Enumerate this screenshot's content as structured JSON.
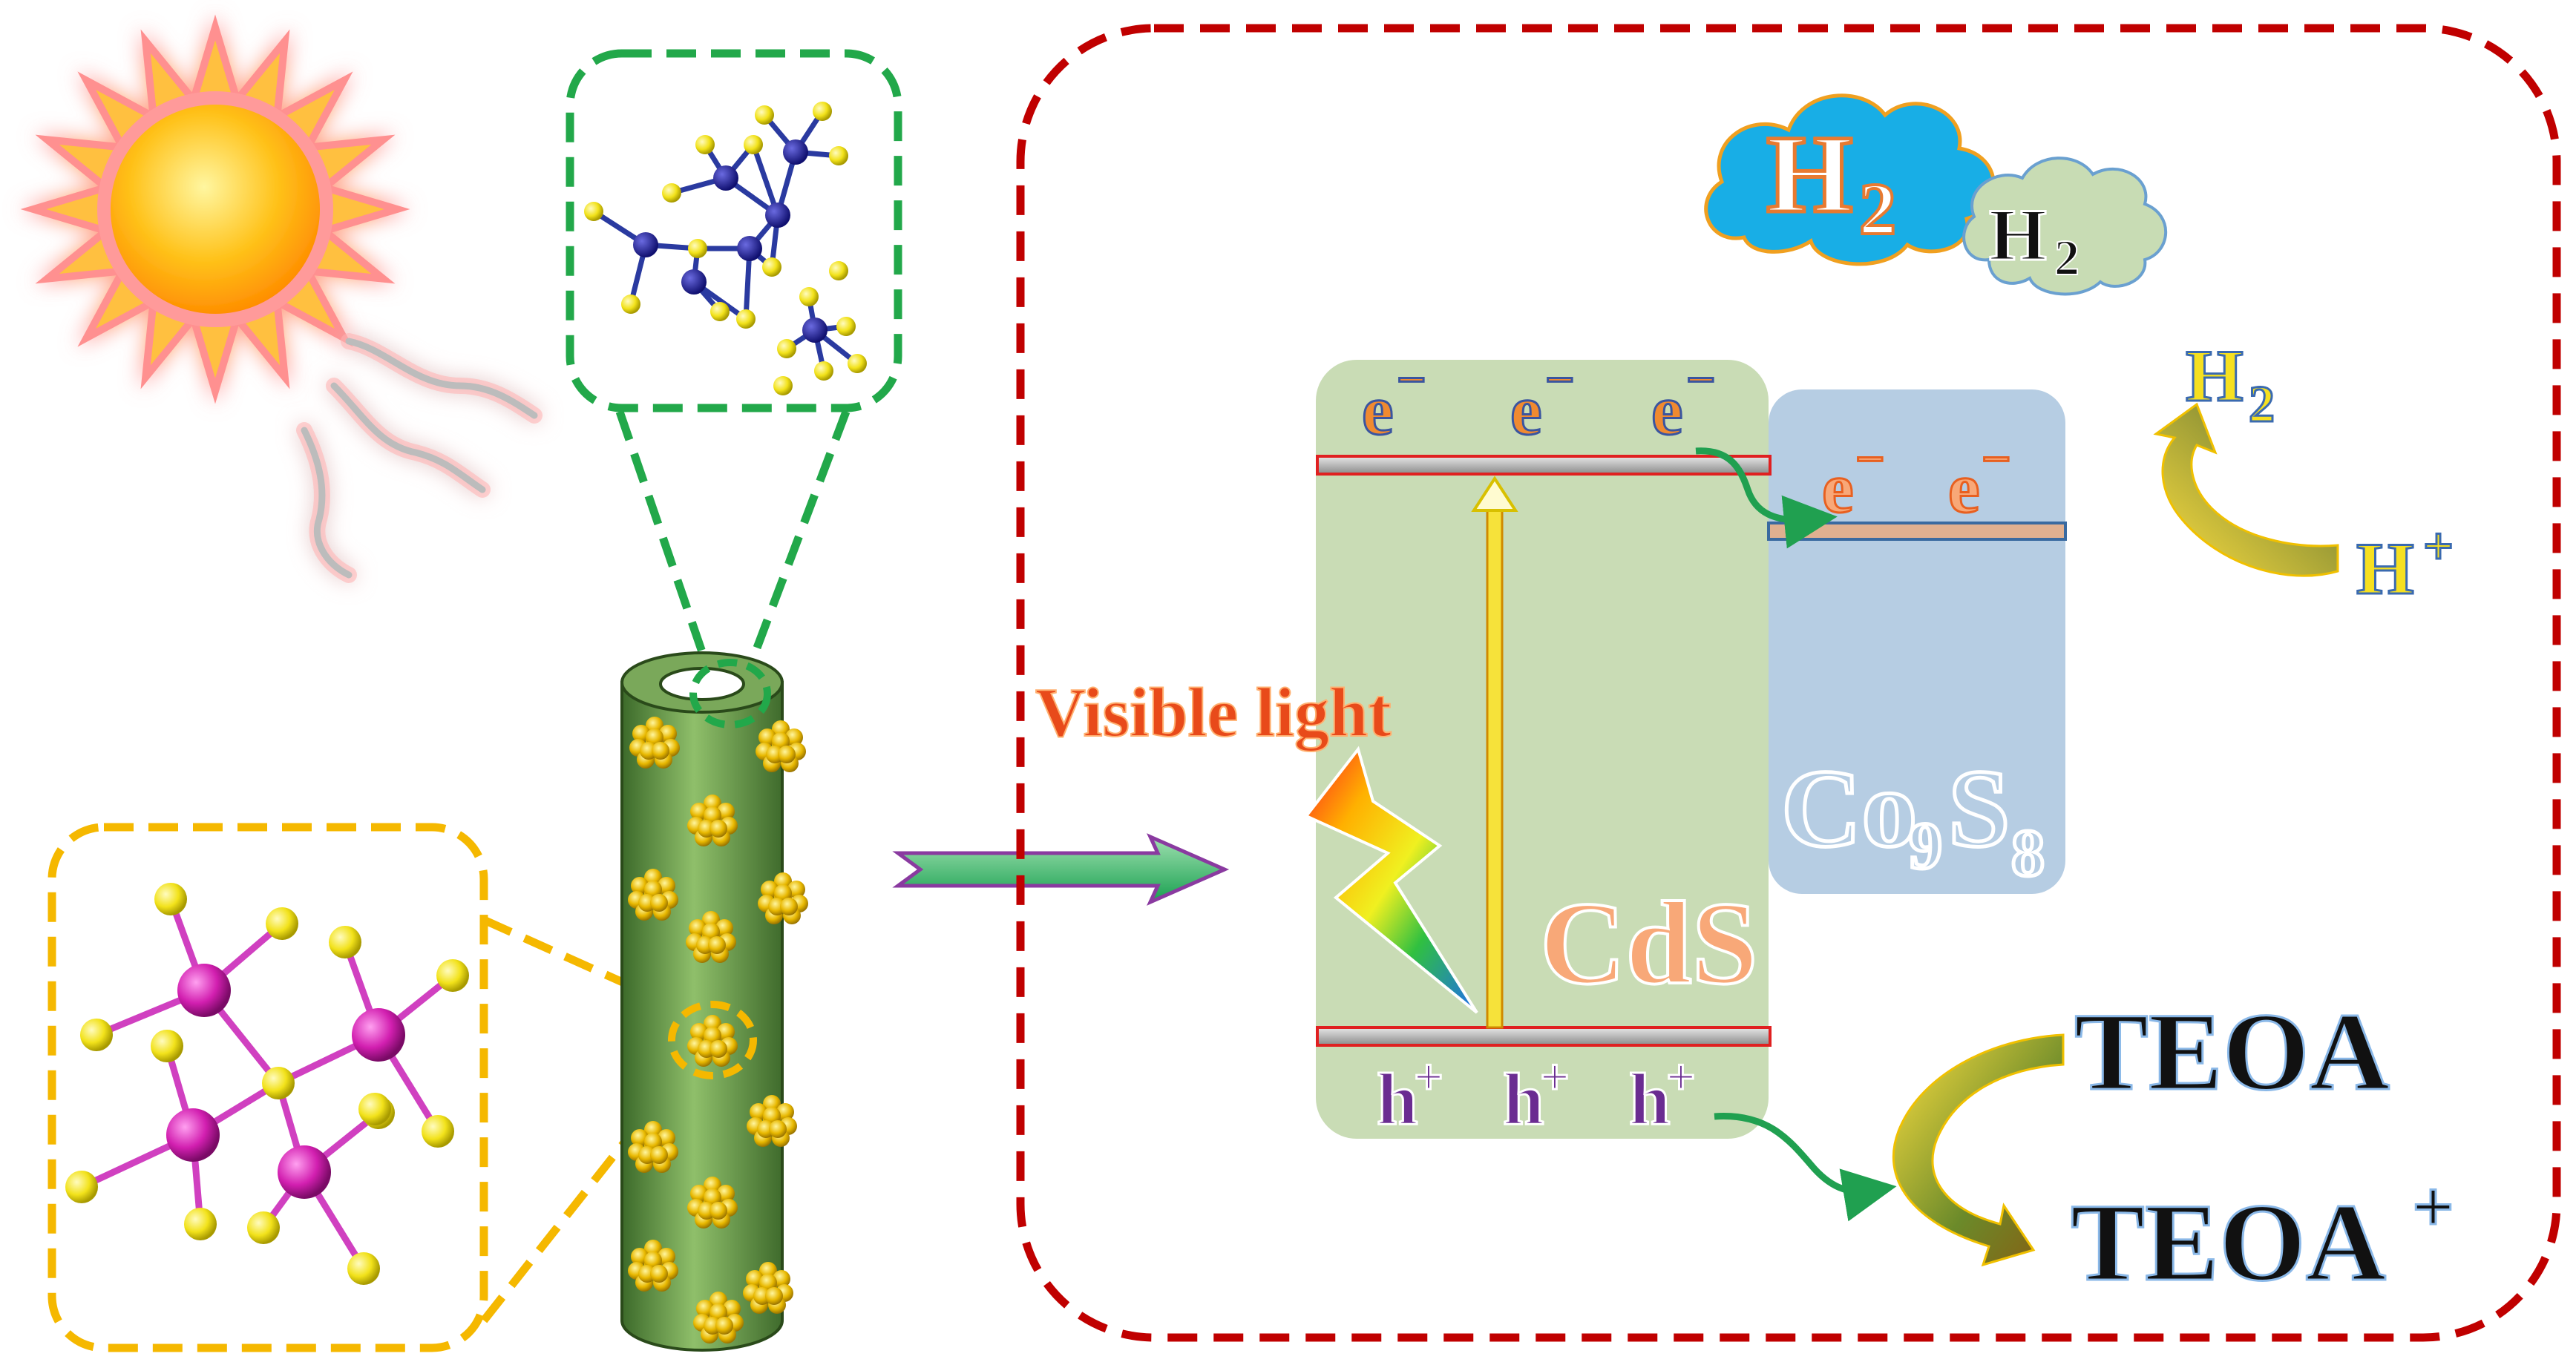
{
  "colors": {
    "dashed_frame_red": "#c00000",
    "dashed_green": "#22a84a",
    "dashed_orange": "#f5b800",
    "cds_box": "#c9dcb5",
    "co9s8_box": "#b6cde3",
    "band_red": "#e02020",
    "arrow_green": "#20a050",
    "electron_blue": "#3a55a0",
    "electron_orange": "#f08a30",
    "hole_purple": "#6a2c91",
    "visible_light_red": "#e84a1a",
    "h2_cloud_blue": "#18aee6",
    "h2_cloud_green": "#c8dcb4",
    "cobalt_navy": "#1a1a8c",
    "sulfur_yellow": "#f2e21a",
    "cadmium_magenta": "#d21fb0"
  },
  "icons": {
    "sun": "sun-icon",
    "nanotube": "nanotube-icon",
    "lightning": "lightning-bolt-icon",
    "cloud": "cloud-icon"
  },
  "labels": {
    "visible_light": "Visible light",
    "cds": "CdS",
    "co9s8_base_1": "Co",
    "co9s8_sub_1": "9",
    "co9s8_base_2": "S",
    "co9s8_sub_2": "8",
    "electron": "e",
    "electron_sup": "−",
    "hole": "h",
    "hole_sup": "+",
    "h2_base": "H",
    "h2_sub": "2",
    "hplus_base": "H",
    "hplus_sup": "+",
    "teoa": "TEOA",
    "teoa_plus_base": "TEOA",
    "teoa_plus_sup": "+"
  }
}
